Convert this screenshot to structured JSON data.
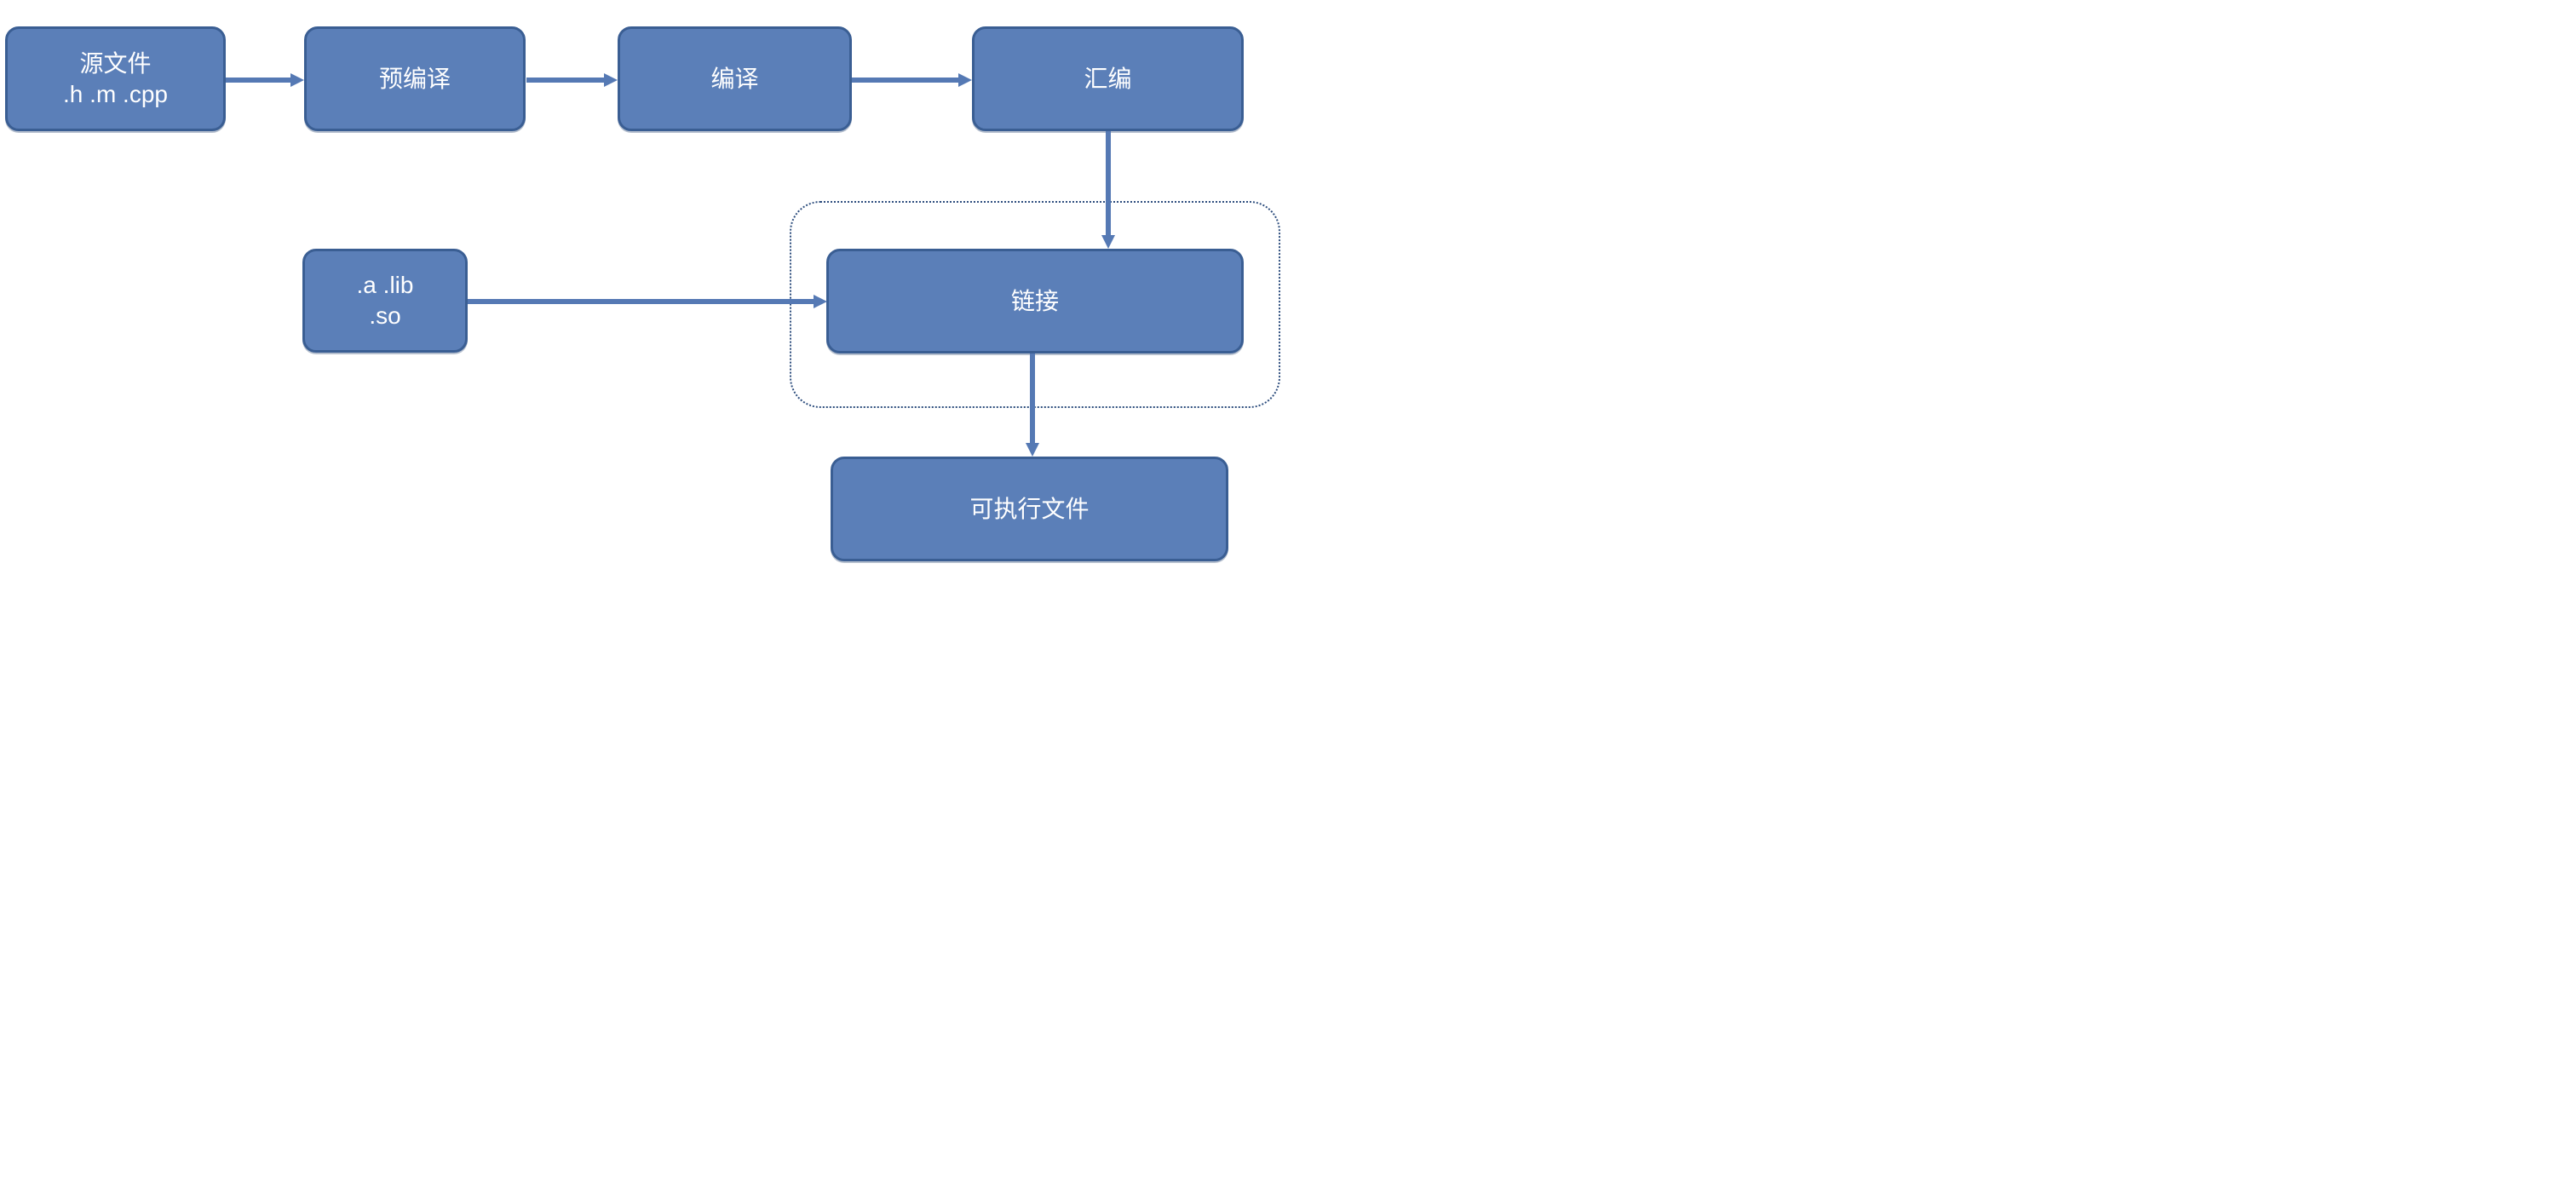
{
  "diagram": {
    "type": "flowchart",
    "description": "compilation pipeline",
    "canvas": {
      "background": "#ffffff"
    },
    "colors": {
      "canvas_bg": "#ffffff",
      "node_fill": "#5b7fb8",
      "node_border": "#3a5e93",
      "node_text": "#ffffff",
      "arrow": "#5579b4",
      "dotted_border": "#2e4e7e"
    },
    "nodes": {
      "source": {
        "line1": "源文件",
        "line2": ".h .m .cpp"
      },
      "precompile": {
        "label": "预编译"
      },
      "compile": {
        "label": "编译"
      },
      "assemble": {
        "label": "汇编"
      },
      "libraries": {
        "line1": ".a .lib",
        "line2": ".so"
      },
      "link": {
        "label": "链接"
      },
      "executable": {
        "label": "可执行文件"
      }
    },
    "edges": [
      {
        "from": "源文件 .h .m .cpp",
        "to": "预编译"
      },
      {
        "from": "预编译",
        "to": "编译"
      },
      {
        "from": "编译",
        "to": "汇编"
      },
      {
        "from": "汇编",
        "to": "链接"
      },
      {
        "from": ".a .lib .so",
        "to": "链接"
      },
      {
        "from": "链接",
        "to": "可执行文件"
      }
    ]
  }
}
